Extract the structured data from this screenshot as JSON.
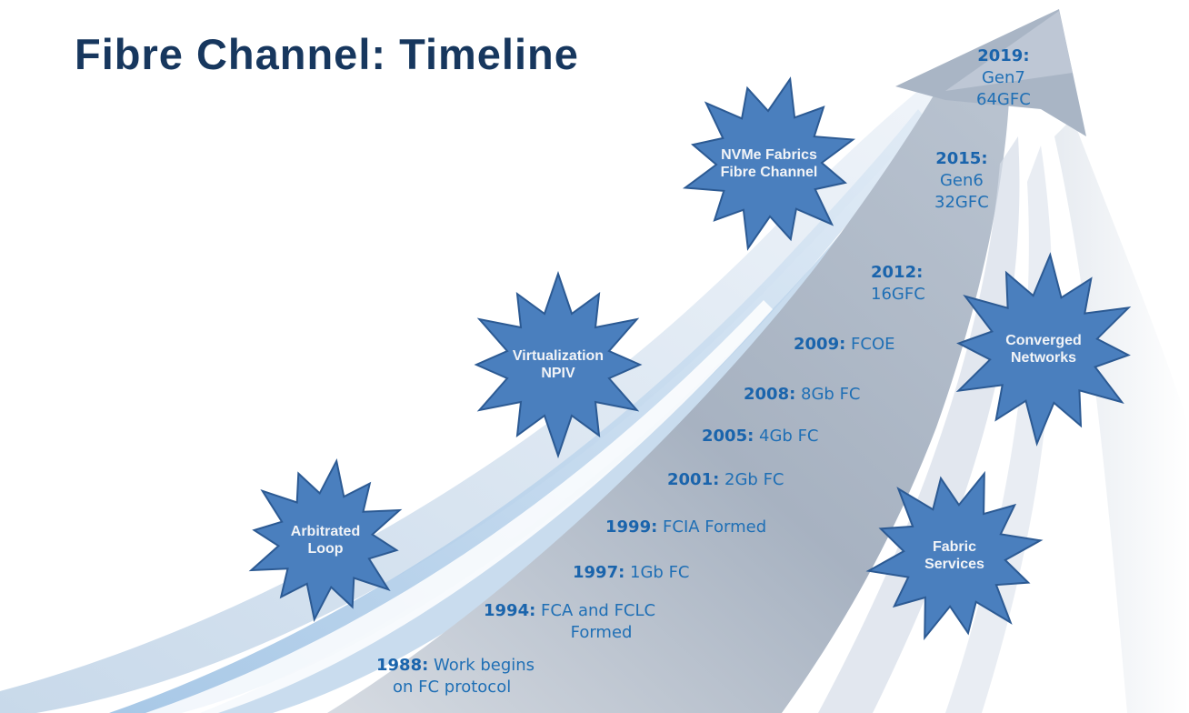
{
  "title": "Fibre Channel: Timeline",
  "colors": {
    "title": "#17375e",
    "year": "#1a64ac",
    "event_text": "#1f6fb5",
    "star_fill": "#4a7fbe",
    "star_stroke": "#2c5a93",
    "star_text": "#f2f4f7",
    "arrow": "#a8b4c4"
  },
  "milestones": [
    {
      "year": "1988:",
      "lines": [
        "Work begins",
        "on FC protocol"
      ]
    },
    {
      "year": "1994:",
      "lines": [
        "FCA and FCLC",
        "Formed"
      ]
    },
    {
      "year": "1997:",
      "lines": [
        "1Gb FC"
      ]
    },
    {
      "year": "1999:",
      "lines": [
        "FCIA Formed"
      ]
    },
    {
      "year": "2001:",
      "lines": [
        "2Gb FC"
      ]
    },
    {
      "year": "2005:",
      "lines": [
        "4Gb FC"
      ]
    },
    {
      "year": "2008:",
      "lines": [
        "8Gb FC"
      ]
    },
    {
      "year": "2009:",
      "lines": [
        "FCOE"
      ]
    },
    {
      "year": "2012:",
      "lines": [
        "16GFC"
      ]
    },
    {
      "year": "2015:",
      "lines": [
        "Gen6",
        "32GFC"
      ]
    },
    {
      "year": "2019:",
      "lines": [
        "Gen7",
        "64GFC"
      ]
    }
  ],
  "stars": [
    {
      "line1": "Arbitrated",
      "line2": "Loop"
    },
    {
      "line1": "Virtualization",
      "line2": "NPIV"
    },
    {
      "line1": "NVMe Fabrics",
      "line2": "Fibre Channel"
    },
    {
      "line1": "Converged",
      "line2": "Networks"
    },
    {
      "line1": "Fabric",
      "line2": "Services"
    }
  ]
}
